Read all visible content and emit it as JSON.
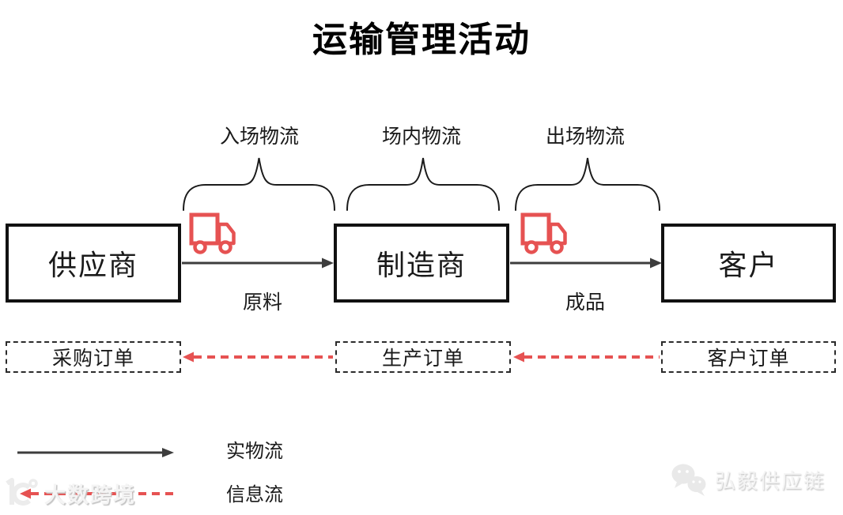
{
  "title": "运输管理活动",
  "logistics_stages": [
    {
      "label": "入场物流"
    },
    {
      "label": "场内物流"
    },
    {
      "label": "出场物流"
    }
  ],
  "entities": [
    {
      "label": "供应商"
    },
    {
      "label": "制造商"
    },
    {
      "label": "客户"
    }
  ],
  "material_flows": [
    {
      "label": "原料"
    },
    {
      "label": "成品"
    }
  ],
  "orders": [
    {
      "label": "采购订单"
    },
    {
      "label": "生产订单"
    },
    {
      "label": "客户订单"
    }
  ],
  "legend": [
    {
      "label": "实物流",
      "line_style": "solid",
      "color": "#3d3d3d"
    },
    {
      "label": "信息流",
      "line_style": "dashed",
      "color": "#e65252"
    }
  ],
  "watermarks": {
    "bottom_left": "大数跨境",
    "bottom_right": "弘毅供应链"
  },
  "icons": {
    "truck": "truck-icon",
    "wechat": "wechat-icon",
    "bottom_left_logo": "ring-logo-icon"
  },
  "colors": {
    "physical_flow_line": "#3d3d3d",
    "information_flow_line": "#e65252",
    "truck_red": "#e65252",
    "box_border": "#111111",
    "watermark_gray": "#ececec",
    "background": "#ffffff"
  }
}
